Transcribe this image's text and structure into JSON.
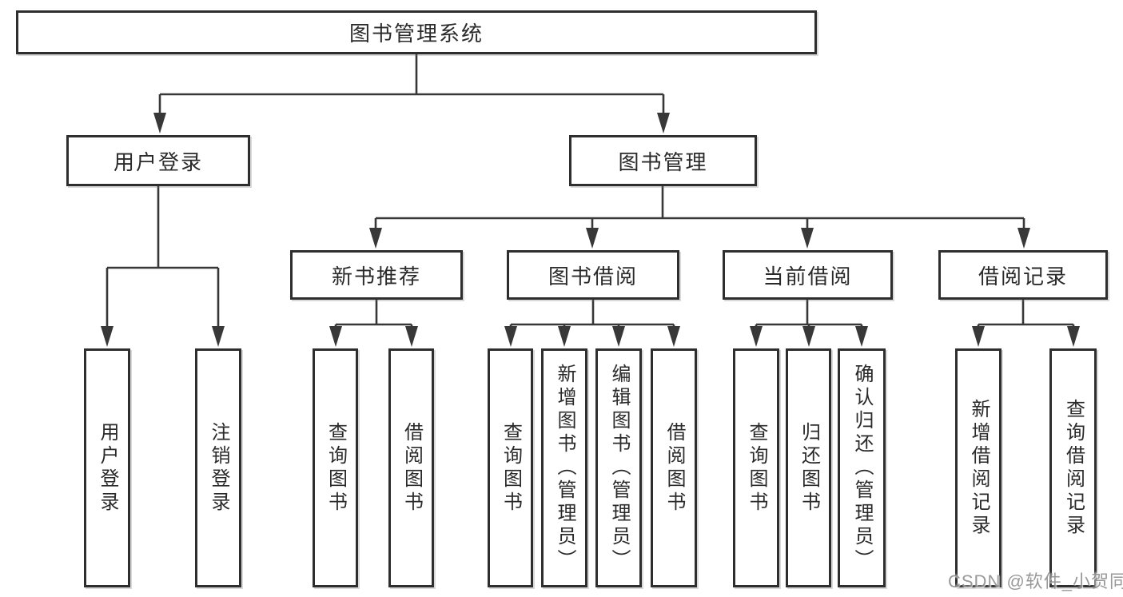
{
  "diagram": {
    "root": {
      "label": "图书管理系统"
    },
    "level2": {
      "user_login": {
        "label": "用户登录"
      },
      "book_mgmt": {
        "label": "图书管理"
      }
    },
    "level3": {
      "new_book_rec": {
        "label": "新书推荐"
      },
      "book_borrow": {
        "label": "图书借阅"
      },
      "current_borrow": {
        "label": "当前借阅"
      },
      "borrow_record": {
        "label": "借阅记录"
      }
    },
    "leaves": {
      "user_login_leaf": {
        "label": "用户登录"
      },
      "logout": {
        "label": "注销登录"
      },
      "nbr_query": {
        "label": "查询图书"
      },
      "nbr_borrow": {
        "label": "借阅图书"
      },
      "bb_query": {
        "label": "查询图书"
      },
      "bb_add": {
        "label": "新增图书（管理员）"
      },
      "bb_edit": {
        "label": "编辑图书（管理员）"
      },
      "bb_borrow": {
        "label": "借阅图书"
      },
      "cb_query": {
        "label": "查询图书"
      },
      "cb_return": {
        "label": "归还图书"
      },
      "cb_confirm": {
        "label": "确认归还（管理员）"
      },
      "br_add": {
        "label": "新增借阅记录"
      },
      "br_query": {
        "label": "查询借阅记录"
      }
    }
  },
  "watermark": {
    "text": "CSDN @软件_小贺同学"
  },
  "colors": {
    "line": "#383838",
    "box_border": "#2e2e2e",
    "text": "#2a2a2a",
    "background": "#ffffff",
    "watermark": "#878787"
  }
}
